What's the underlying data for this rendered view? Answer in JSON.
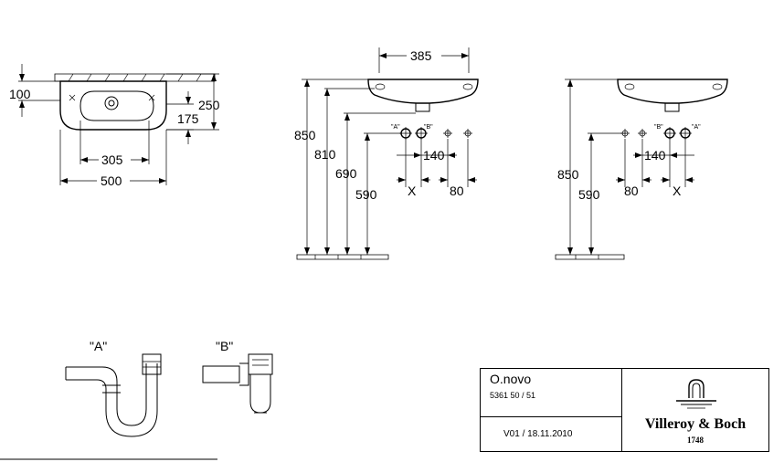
{
  "dimensions": {
    "top_view": {
      "d100": "100",
      "d250": "250",
      "d175": "175",
      "d305": "305",
      "d500": "500"
    },
    "front_view_left": {
      "d385": "385",
      "d850": "850",
      "d810": "810",
      "d690": "690",
      "d590": "590",
      "d140": "140",
      "d80": "80",
      "x": "X",
      "conn_a": "\"A\"",
      "conn_b": "\"B\""
    },
    "front_view_right": {
      "d850": "850",
      "d590": "590",
      "d140": "140",
      "d80": "80",
      "x": "X",
      "conn_a": "\"A\"",
      "conn_b": "\"B\""
    }
  },
  "traps": {
    "a_label": "\"A\"",
    "b_label": "\"B\""
  },
  "title_block": {
    "product": "O.novo",
    "article_codes": "5361 50 / 51",
    "version": "V01 / 18.11.2010",
    "brand": "Villeroy & Boch",
    "brand_year": "1748"
  }
}
